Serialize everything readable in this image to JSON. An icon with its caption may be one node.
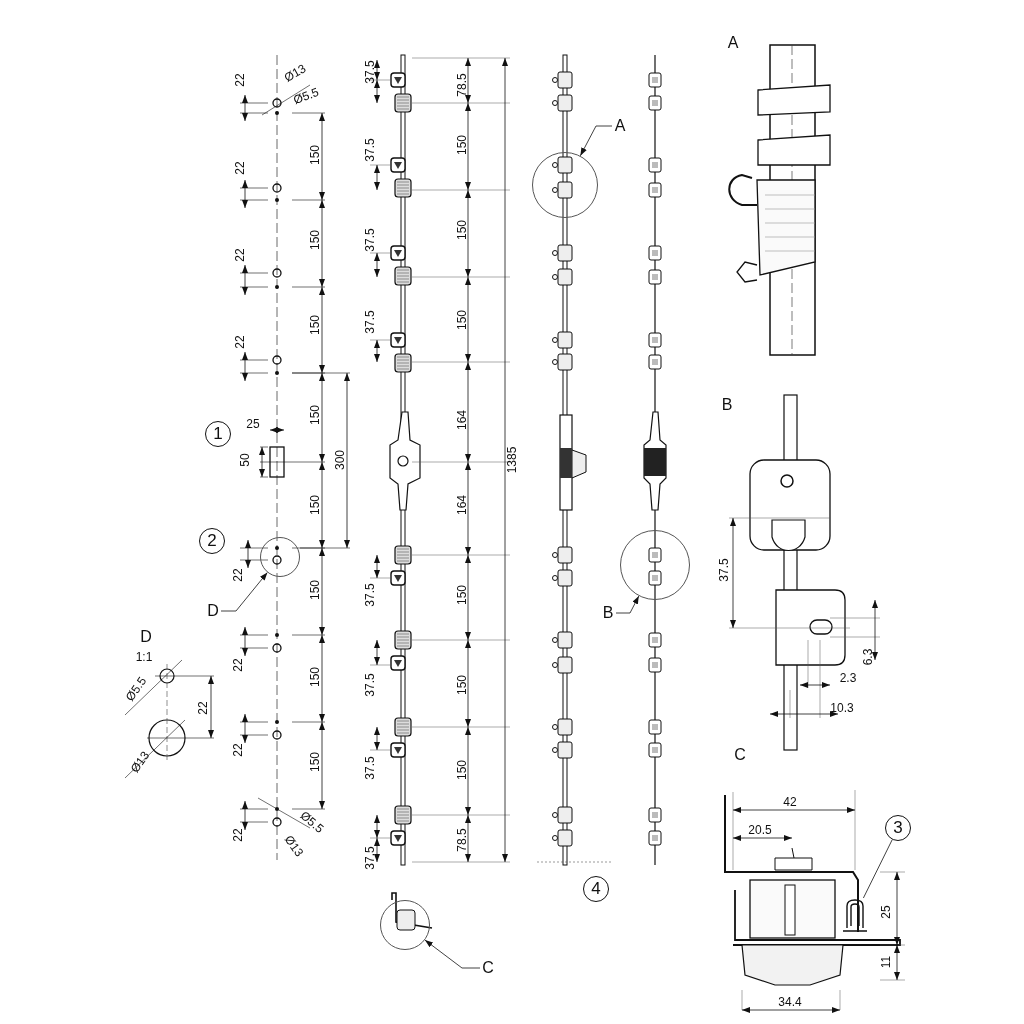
{
  "diagram": {
    "nodes": [
      {
        "text": [
          "1"
        ]
      },
      {
        "text": [
          "2"
        ]
      },
      {
        "text": [
          "D"
        ]
      },
      {
        "text": [],
        "shape": "circle"
      },
      {
        "text": [
          "A"
        ]
      },
      {
        "text": [],
        "shape": "circle"
      },
      {
        "text": [
          "B"
        ]
      },
      {
        "text": [],
        "shape": "circle"
      },
      {
        "text": [
          "C"
        ]
      },
      {
        "text": [],
        "shape": "circle"
      },
      {
        "text": [
          "4"
        ]
      },
      {
        "text": [
          "3"
        ]
      },
      {
        "text": [],
        "shape": "picture"
      }
    ],
    "edges": [
      {
        "from": 2,
        "to": 3,
        "arrow": "to"
      },
      {
        "from": 4,
        "to": 5,
        "arrow": "to"
      },
      {
        "from": 6,
        "to": 7,
        "arrow": "to"
      },
      {
        "from": 8,
        "to": 9,
        "arrow": "to"
      },
      {
        "from": 11,
        "to": 12,
        "arrow": "none"
      }
    ],
    "labels": [
      "22",
      "Ø13",
      "Ø5.5",
      "22",
      "150",
      "22",
      "150",
      "22",
      "150",
      "150",
      "25",
      "50",
      "300",
      "150",
      "22",
      "150",
      "22",
      "150",
      "22",
      "150",
      "22",
      "Ø5.5",
      "Ø13",
      "D",
      "1:1",
      "Ø5.5",
      "22",
      "Ø13",
      "37.5",
      "78.5",
      "37.5",
      "150",
      "37.5",
      "150",
      "37.5",
      "150",
      "164",
      "1385",
      "164",
      "37.5",
      "150",
      "37.5",
      "150",
      "37.5",
      "150",
      "37.5",
      "78.5",
      "A",
      "B",
      "37.5",
      "6.3",
      "2.3",
      "10.3",
      "C",
      "42",
      "20.5",
      "25",
      "11",
      "34.4"
    ]
  }
}
